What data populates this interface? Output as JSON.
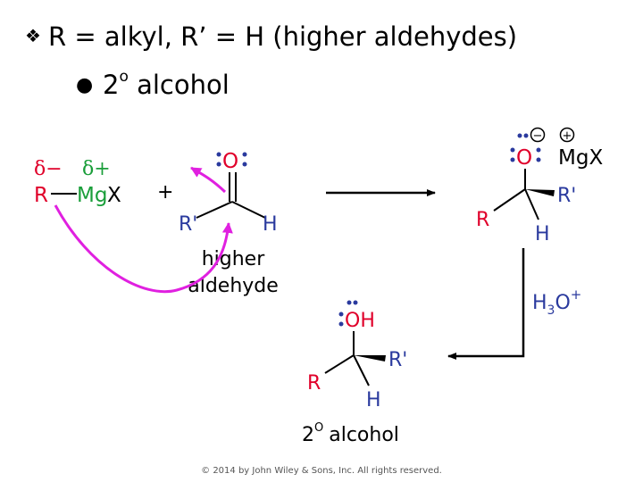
{
  "heading": {
    "bullet_text": "R = alkyl, R’ = H (higher aldehydes)",
    "sub_number": "2",
    "sub_degree": "o",
    "sub_text": "alcohol"
  },
  "reagent": {
    "delta_minus": "δ−",
    "delta_plus": "δ+",
    "r_atom": "R",
    "mg": "Mg",
    "x": "X",
    "plus": "+"
  },
  "aldehyde": {
    "oxygen": "O",
    "r_prime": "R'",
    "h": "H",
    "label_line1": "higher",
    "label_line2": "aldehyde"
  },
  "intermediate": {
    "oxygen": "O",
    "charge_minus": "−",
    "charge_plus": "+",
    "mgx": "MgX",
    "r_prime": "R'",
    "r": "R",
    "h": "H"
  },
  "reagent_step2": {
    "h": "H",
    "three": "3",
    "o": "O",
    "plus": "+"
  },
  "product": {
    "oh": "OH",
    "r_prime": "R'",
    "r": "R",
    "h": "H",
    "label_number": "2",
    "label_degree": "O",
    "label_text": "alcohol"
  },
  "colors": {
    "red": "#e0002a",
    "green": "#1a9e3a",
    "blue": "#2a3a9e",
    "arrow_magenta": "#e020e0"
  },
  "copyright": "© 2014 by John Wiley & Sons, Inc. All rights reserved."
}
